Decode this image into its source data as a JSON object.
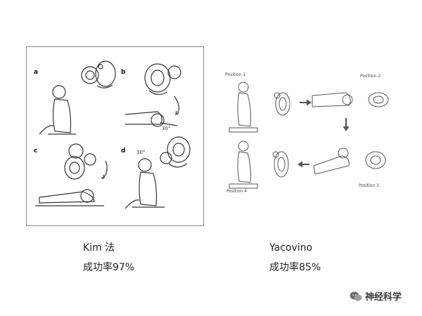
{
  "left_figure": {
    "panel_labels": [
      "a",
      "b",
      "c",
      "d"
    ],
    "angle_labels": [
      "30°",
      "30°"
    ]
  },
  "right_figure": {
    "position_labels": [
      "Position 1",
      "Position 2",
      "Position 3",
      "Position 4"
    ]
  },
  "captions": {
    "left_title": "Kim 法",
    "left_rate": "成功率97%",
    "right_title": "Yacovino",
    "right_rate": "成功率85%"
  },
  "watermark": {
    "text": "神经科学",
    "icon": "wechat-icon"
  }
}
